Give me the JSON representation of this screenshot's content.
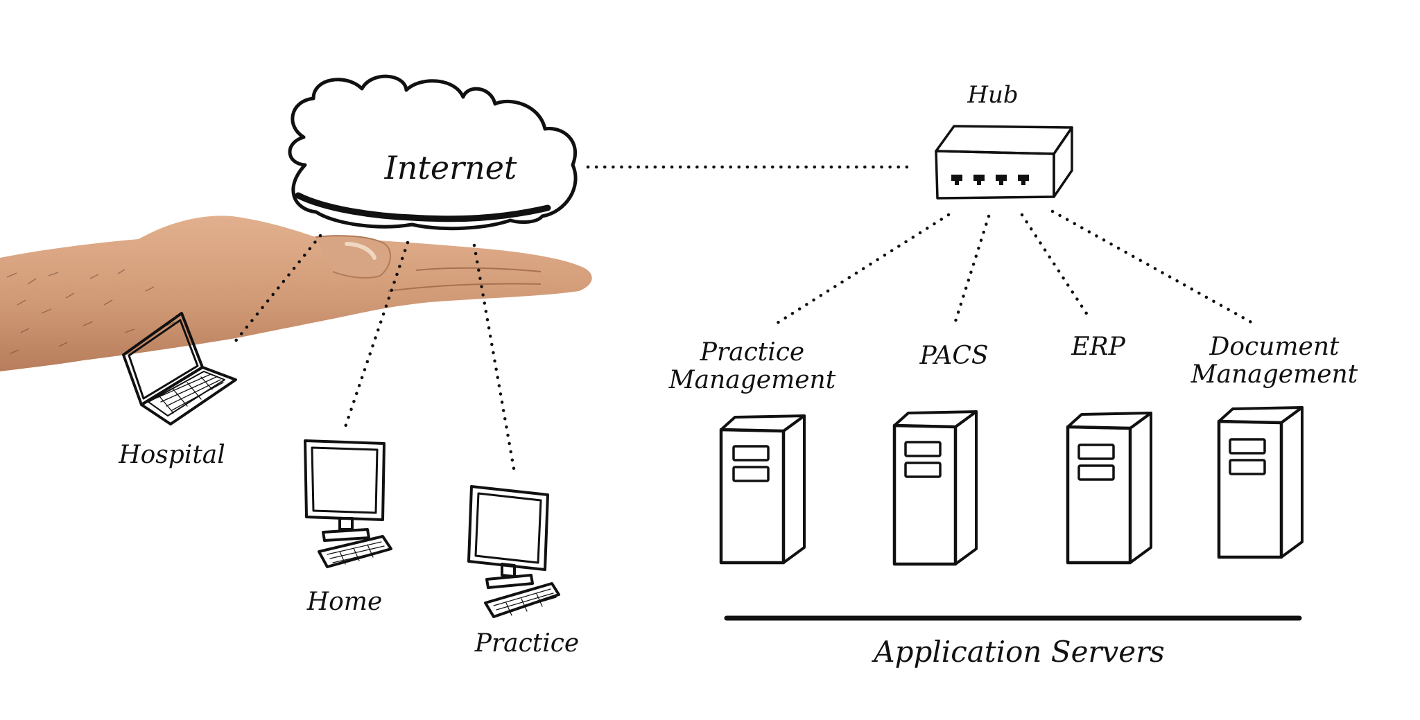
{
  "cloud_label": "Internet",
  "hub_label": "Hub",
  "clients": [
    {
      "id": "hospital",
      "label": "Hospital"
    },
    {
      "id": "home",
      "label": "Home"
    },
    {
      "id": "practice",
      "label": "Practice"
    }
  ],
  "servers": [
    {
      "id": "practice-management",
      "label_lines": [
        "Practice",
        "Management"
      ]
    },
    {
      "id": "pacs",
      "label_lines": [
        "PACS"
      ]
    },
    {
      "id": "erp",
      "label_lines": [
        "ERP"
      ]
    },
    {
      "id": "document-management",
      "label_lines": [
        "Document",
        "Management"
      ]
    }
  ],
  "server_group_label": "Application Servers",
  "colors": {
    "ink": "#111111",
    "background": "#ffffff",
    "skin": "#d8a27e",
    "skin_shadow": "#b07a58"
  }
}
